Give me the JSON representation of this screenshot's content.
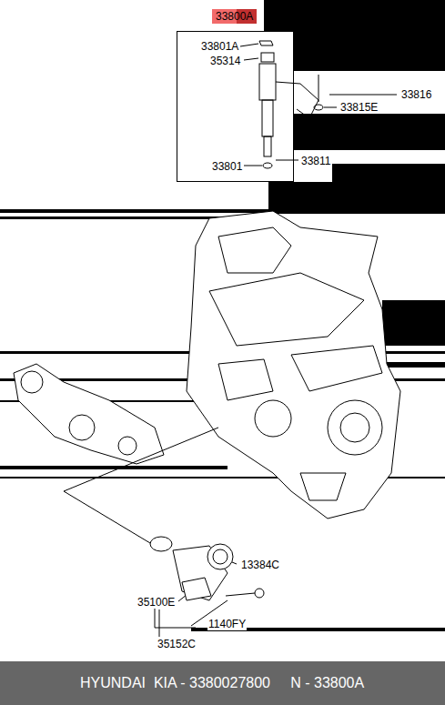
{
  "diagram": {
    "caption": "HYUNDAI  KIA - 3380027800     N - 33800A",
    "nodes": [
      {
        "text": [
          "33800A",
          "33801A",
          "35314",
          "33801"
        ]
      }
    ],
    "labels": [
      "33816",
      "33815E",
      "33811",
      "13384C",
      "35100E",
      "1140FY",
      "35152C"
    ]
  }
}
